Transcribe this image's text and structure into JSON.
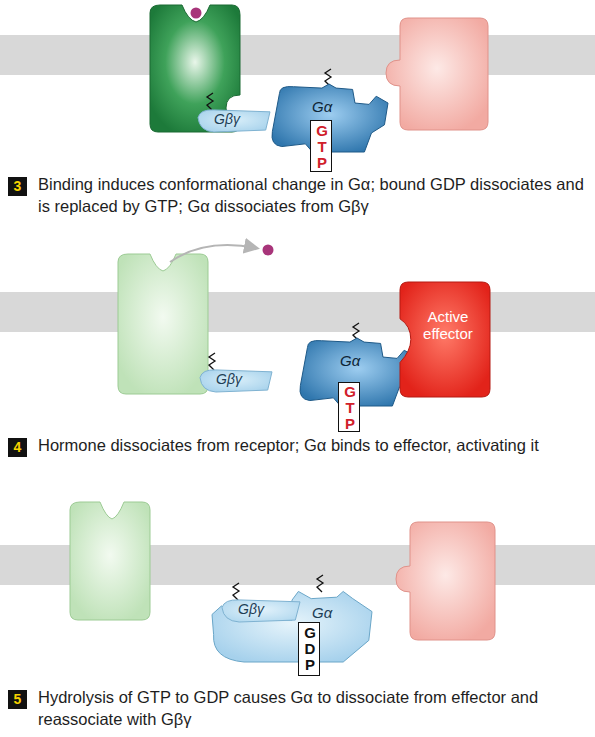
{
  "diagram": {
    "nodes": [
      {
        "text": [
          "Gβγ"
        ]
      },
      {
        "text": [
          "Gα"
        ]
      },
      {
        "text": [
          "GTP"
        ],
        "in": 1
      },
      {
        "text": [
          "Gβγ"
        ]
      },
      {
        "text": [
          "Gα"
        ]
      },
      {
        "text": [
          "GTP"
        ],
        "in": 4
      },
      {
        "text": [
          "Active effector"
        ]
      },
      {
        "text": [
          "Gβγ"
        ]
      },
      {
        "text": [
          "Gα"
        ]
      },
      {
        "text": [
          "GDP"
        ],
        "in": 8
      }
    ],
    "labels": [
      "3",
      "Binding induces conformational change in Gα; bound GDP dissociates and is replaced by GTP; Gα dissociates from Gβγ",
      "4",
      "Hormone dissociates from receptor; Gα binds to effector, activating it",
      "5",
      "Hydrolysis of GTP to GDP causes Gα to dissociate from effector and reassociate with Gβγ"
    ]
  }
}
